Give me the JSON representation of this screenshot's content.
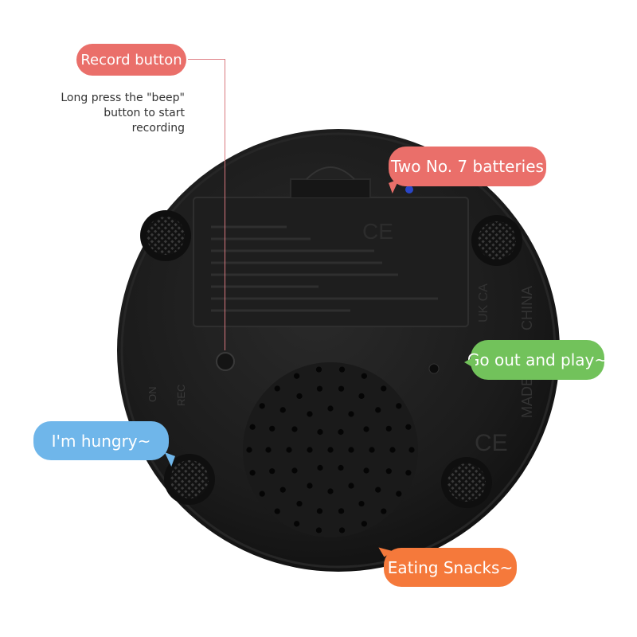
{
  "callouts": {
    "record_button": "Record button",
    "record_note_line1": "Long press the \"beep\"",
    "record_note_line2": "button to start recording",
    "batteries": "Two No. 7 batteries",
    "go_out": "Go out and play~",
    "hungry": "I'm hungry~",
    "snacks": "Eating Snacks~"
  },
  "colors": {
    "record_bubble": "#ea6f6a",
    "batteries_bubble": "#ea6f6a",
    "go_out_bubble": "#72c25b",
    "hungry_bubble": "#6fb6ea",
    "snacks_bubble": "#f5793b",
    "device_body": "#1c1c1c"
  },
  "device": {
    "markings": {
      "rec": "REC",
      "on": "ON",
      "uk_ca": "UK CA",
      "china": "CHINA",
      "made_in": "MADE IN",
      "ce": "CE"
    }
  }
}
